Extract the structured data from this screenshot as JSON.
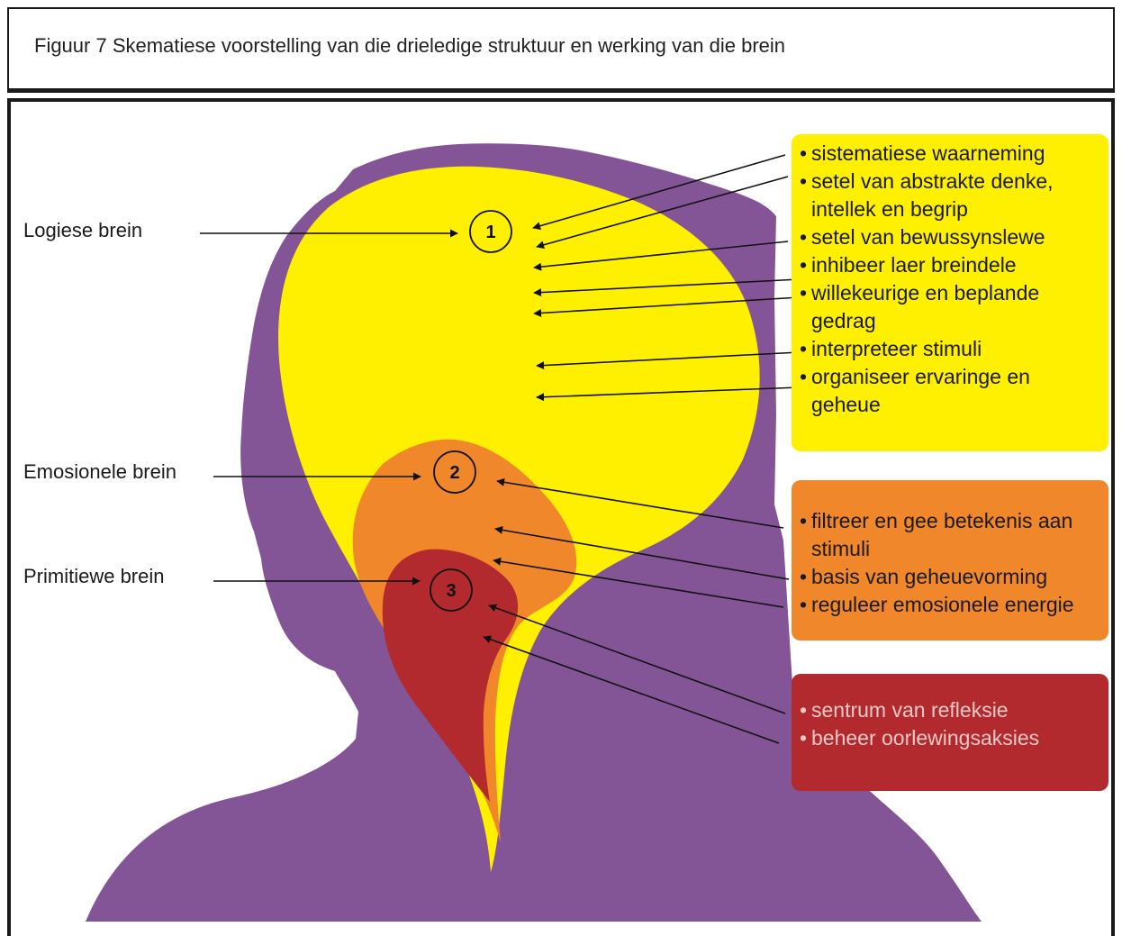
{
  "title": "Figuur 7 Skematiese voorstelling van die drieledige  struktuur en werking van die brein",
  "brains": [
    {
      "number": "1",
      "label": "Logiese brein"
    },
    {
      "number": "2",
      "label": "Emosionele brein"
    },
    {
      "number": "3",
      "label": "Primitiewe brein"
    }
  ],
  "logical_functions": [
    "sistematiese waarneming",
    "setel van abstrakte denke, intellek en begrip",
    "setel van bewussynslewe",
    "inhibeer laer breindele",
    "willekeurige en beplande gedrag",
    "interpreteer stimuli",
    "organiseer ervaringe en geheue"
  ],
  "emotional_functions": [
    "filtreer en gee betekenis aan stimuli",
    "basis van geheuevorming",
    "reguleer emosionele energie"
  ],
  "primitive_functions": [
    "sentrum van refleksie",
    "beheer oorlewingsaksies"
  ],
  "colors": {
    "silhouette": "#845596",
    "logical": "#fff000",
    "emotional": "#f0872a",
    "primitive": "#b22a2e"
  }
}
